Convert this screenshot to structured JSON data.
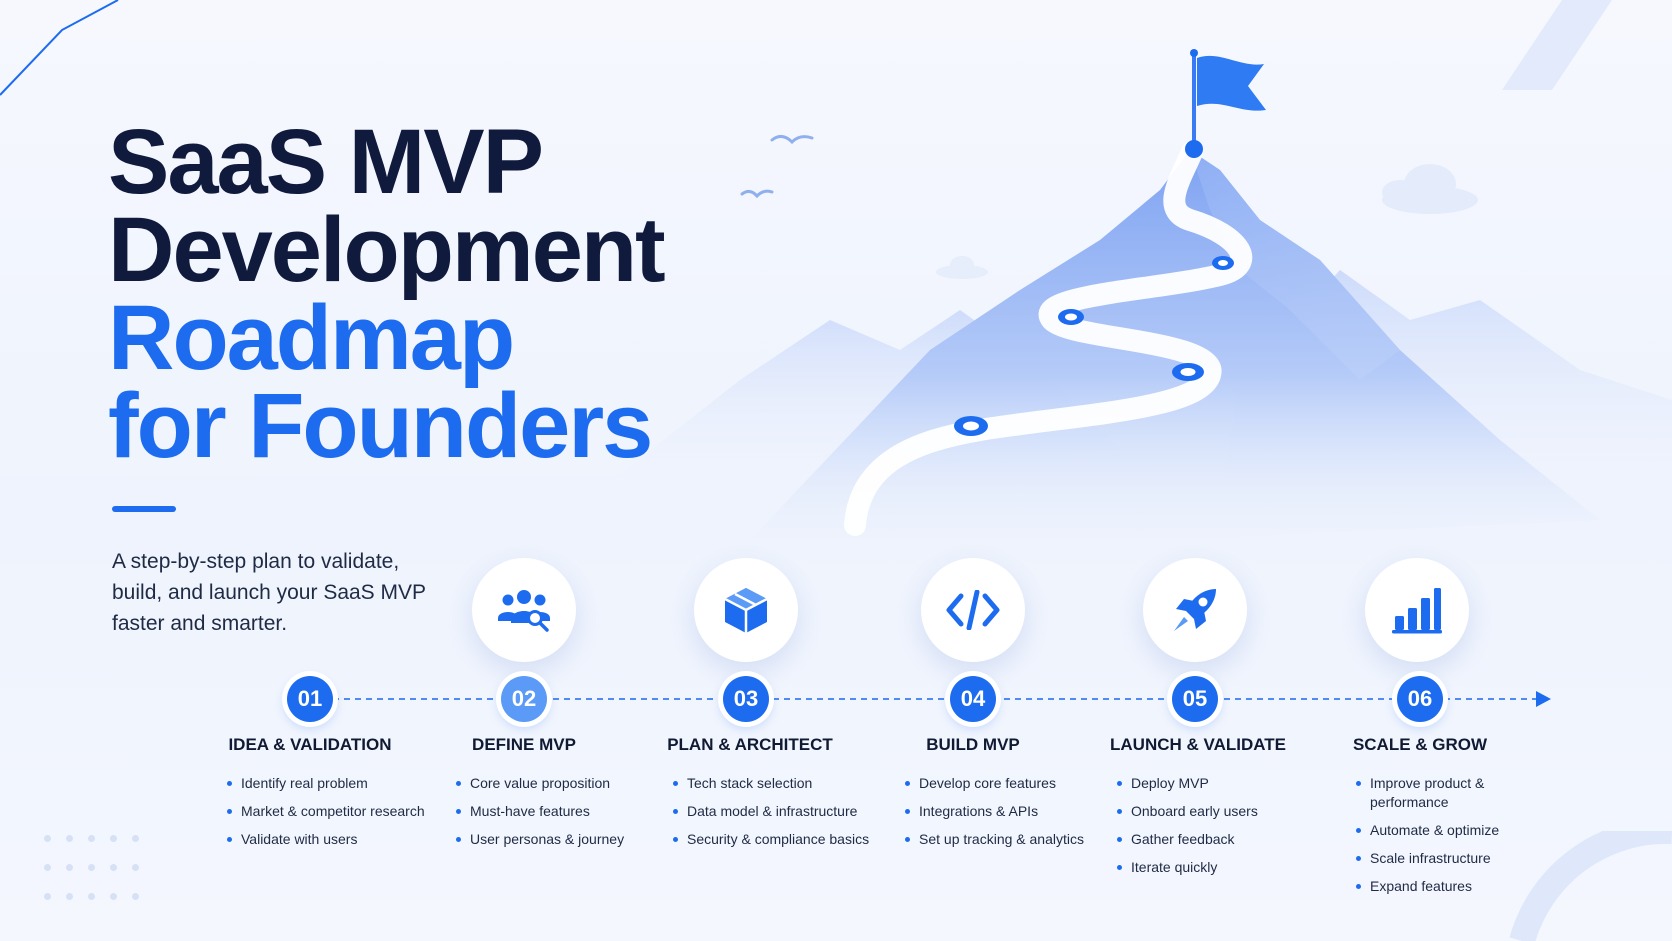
{
  "header": {
    "title_line1": "SaaS MVP",
    "title_line2": "Development",
    "title_line3": "Roadmap",
    "title_line4": "for Founders",
    "subtitle": "A step-by-step plan to validate, build, and launch your SaaS MVP faster and smarter."
  },
  "colors": {
    "accent": "#1d6cf0",
    "dark_text": "#0f1a3d",
    "background": "#f4f7fe"
  },
  "steps": [
    {
      "number": "01",
      "title": "IDEA & VALIDATION",
      "icon": "",
      "bullets": [
        "Identify real problem",
        "Market & competitor research",
        "Validate with users"
      ]
    },
    {
      "number": "02",
      "title": "DEFINE MVP",
      "icon": "users-search-icon",
      "bullets": [
        "Core value proposition",
        "Must-have features",
        "User personas & journey"
      ]
    },
    {
      "number": "03",
      "title": "PLAN & ARCHITECT",
      "icon": "cube-icon",
      "bullets": [
        "Tech stack selection",
        "Data model & infrastructure",
        "Security & compliance basics"
      ]
    },
    {
      "number": "04",
      "title": "BUILD MVP",
      "icon": "code-icon",
      "bullets": [
        "Develop core features",
        "Integrations & APIs",
        "Set up tracking & analytics"
      ]
    },
    {
      "number": "05",
      "title": "LAUNCH & VALIDATE",
      "icon": "rocket-icon",
      "bullets": [
        "Deploy MVP",
        "Onboard early users",
        "Gather feedback",
        "Iterate quickly"
      ]
    },
    {
      "number": "06",
      "title": "SCALE & GROW",
      "icon": "bar-chart-icon",
      "bullets": [
        "Improve product & performance",
        "Automate & optimize",
        "Scale infrastructure",
        "Expand features"
      ]
    }
  ]
}
